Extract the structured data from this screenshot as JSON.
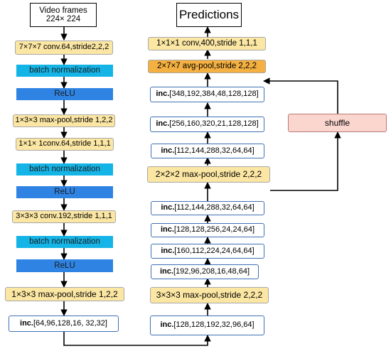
{
  "left": {
    "video_frames": "Video frames",
    "video_size": "224× 224",
    "conv1": "7×7×7 conv.64,stride2,2,2",
    "bn1": "batch normalization",
    "relu1": "ReLU",
    "maxpool1": "1×3×3 max-pool,stride 1,2,2",
    "conv2": "1×1× 1conv.64,stride 1,1,1",
    "bn2": "batch normalization",
    "relu2": "ReLU",
    "conv3": "3×3×3 conv.192,stride 1,1,1",
    "bn3": "batch normalization",
    "relu3": "ReLU",
    "maxpool2": "1×3×3 max-pool,stride 1,2,2",
    "inc1_prefix": "inc.",
    "inc1_params": "[64,96,128,16, 32,32]"
  },
  "right": {
    "predictions": "Predictions",
    "conv_out": "1×1×1 conv,400,stride 1,1,1",
    "avgpool": "2×7×7 avg-pool,stride 2,2,2",
    "inc_prefix": "inc.",
    "inc9_params": "[348,192,384,48,128,128]",
    "inc8_params": "[256,160,320,21,128,128]",
    "inc7_params": "[112,144,288,32,64,64]",
    "maxpool4": "2×2×2 max-pool,stride 2,2,2",
    "inc6_params": "[112,144,288,32,64,64]",
    "inc5_params": "[128,128,256,24,24,64]",
    "inc4_params": "[160,112,224,24,64,64]",
    "inc3_params": "[192,96,208,16,48,64]",
    "maxpool3": "3×3×3 max-pool,stride 2,2,2",
    "inc2_params": "[128,128,192,32,96,64]"
  },
  "shuffle": {
    "label": "shuffle"
  },
  "colors": {
    "yellow": "#fbe6a3",
    "cyan": "#15b4e6",
    "blue": "#2f84e3",
    "inc_border": "#3f6fb5",
    "orange": "#f4b041",
    "pink": "#fbd6cf"
  }
}
